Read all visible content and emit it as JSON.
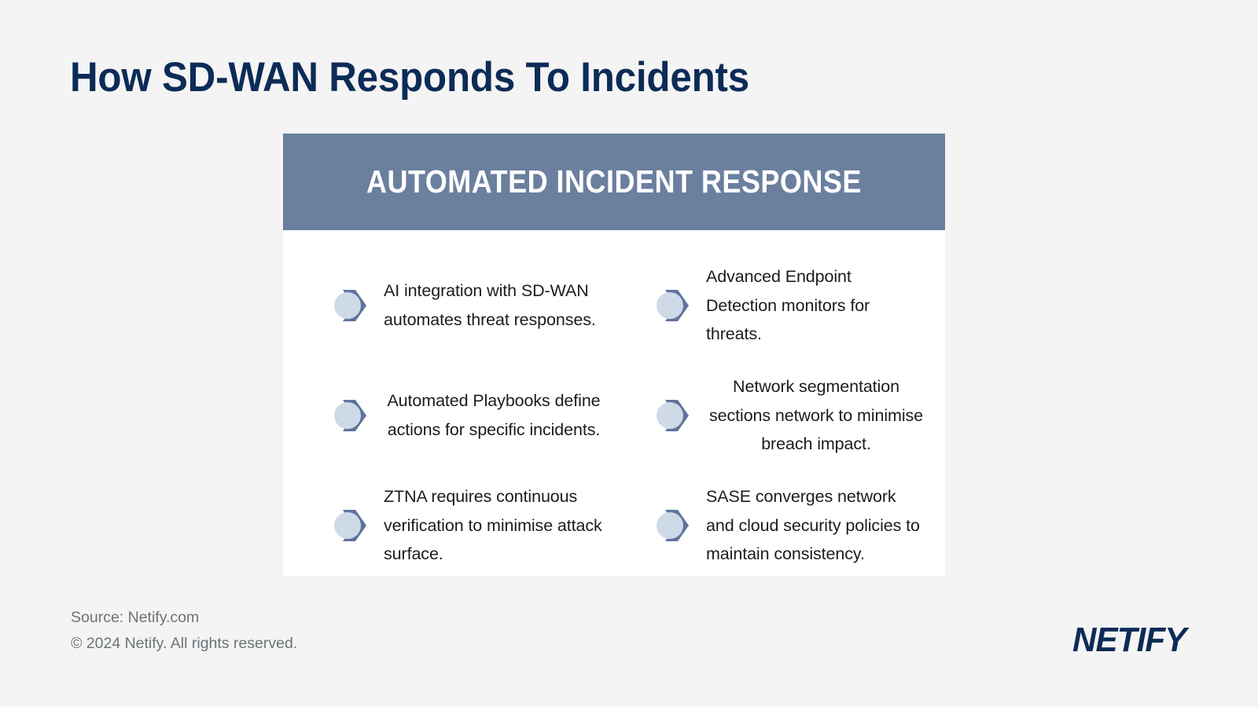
{
  "page": {
    "background_color": "#f4f4f4",
    "title": "How SD-WAN Responds To Incidents",
    "title_color": "#0c2b57"
  },
  "card": {
    "background_color": "#ffffff",
    "banner": {
      "label": "AUTOMATED INCIDENT RESPONSE",
      "background_color": "#6b7f9e",
      "text_color": "#ffffff"
    },
    "bullet_icon": {
      "name": "chevron-circle-icon",
      "chevron_color": "#5e739b",
      "circle_color": "#cfdae8"
    },
    "items": [
      {
        "text": "AI integration with SD-WAN automates threat responses.",
        "align": "left"
      },
      {
        "text": "Advanced Endpoint Detection monitors for threats.",
        "align": "left"
      },
      {
        "text": "Automated Playbooks define actions for specific incidents.",
        "align": "center"
      },
      {
        "text": "Network segmentation sections network to minimise breach impact.",
        "align": "center"
      },
      {
        "text": "ZTNA requires continuous verification to minimise attack surface.",
        "align": "left"
      },
      {
        "text": "SASE converges network and cloud security policies to maintain consistency.",
        "align": "left"
      }
    ]
  },
  "footer": {
    "source": "Source: Netify.com",
    "copyright": "© 2024 Netify. All rights reserved.",
    "text_color": "#6c7377",
    "logo": "NETIFY",
    "logo_color": "#0c2b57"
  }
}
